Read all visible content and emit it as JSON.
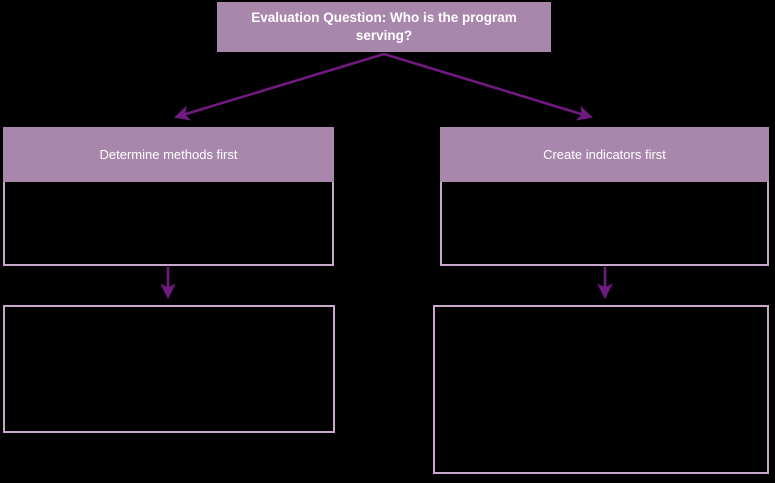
{
  "diagram": {
    "title": "Evaluation Question: Who is the program serving?",
    "branches": [
      {
        "label": "Determine methods first"
      },
      {
        "label": "Create indicators first"
      }
    ]
  },
  "colors": {
    "background": "#000000",
    "box_fill": "#a987ad",
    "box_border": "#c9a7cb",
    "arrow": "#701a80",
    "text": "#ffffff"
  }
}
